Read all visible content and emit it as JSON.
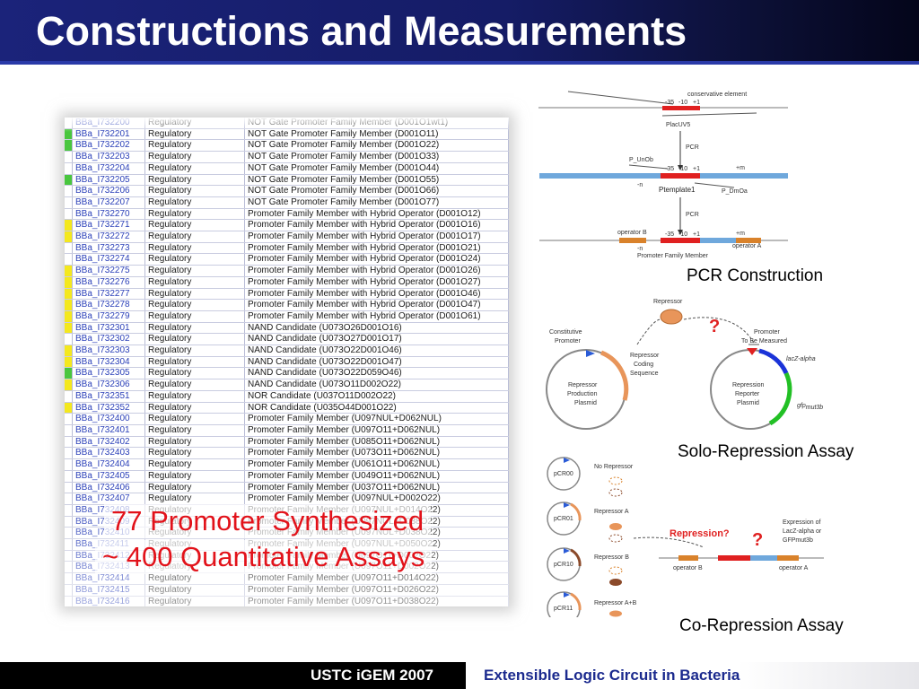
{
  "title": "Constructions and Measurements",
  "table": {
    "rows": [
      {
        "flag": "",
        "id": "BBa_I732200",
        "type": "Regulatory",
        "desc": "NOT Gate Promoter Family Member (D001O1wt1)"
      },
      {
        "flag": "g",
        "id": "BBa_I732201",
        "type": "Regulatory",
        "desc": "NOT Gate Promoter Family Member (D001O11)"
      },
      {
        "flag": "g",
        "id": "BBa_I732202",
        "type": "Regulatory",
        "desc": "NOT Gate Promoter Family Member (D001O22)"
      },
      {
        "flag": "",
        "id": "BBa_I732203",
        "type": "Regulatory",
        "desc": "NOT Gate Promoter Family Member (D001O33)"
      },
      {
        "flag": "",
        "id": "BBa_I732204",
        "type": "Regulatory",
        "desc": "NOT Gate Promoter Family Member (D001O44)"
      },
      {
        "flag": "g",
        "id": "BBa_I732205",
        "type": "Regulatory",
        "desc": "NOT Gate Promoter Family Member (D001O55)"
      },
      {
        "flag": "",
        "id": "BBa_I732206",
        "type": "Regulatory",
        "desc": "NOT Gate Promoter Family Member (D001O66)"
      },
      {
        "flag": "",
        "id": "BBa_I732207",
        "type": "Regulatory",
        "desc": "NOT Gate Promoter Family Member (D001O77)"
      },
      {
        "flag": "",
        "id": "BBa_I732270",
        "type": "Regulatory",
        "desc": "Promoter Family Member with Hybrid Operator (D001O12)"
      },
      {
        "flag": "y",
        "id": "BBa_I732271",
        "type": "Regulatory",
        "desc": "Promoter Family Member with Hybrid Operator (D001O16)"
      },
      {
        "flag": "y",
        "id": "BBa_I732272",
        "type": "Regulatory",
        "desc": "Promoter Family Member with Hybrid Operator (D001O17)"
      },
      {
        "flag": "",
        "id": "BBa_I732273",
        "type": "Regulatory",
        "desc": "Promoter Family Member with Hybrid Operator (D001O21)"
      },
      {
        "flag": "",
        "id": "BBa_I732274",
        "type": "Regulatory",
        "desc": "Promoter Family Member with Hybrid Operator (D001O24)"
      },
      {
        "flag": "y",
        "id": "BBa_I732275",
        "type": "Regulatory",
        "desc": "Promoter Family Member with Hybrid Operator (D001O26)"
      },
      {
        "flag": "y",
        "id": "BBa_I732276",
        "type": "Regulatory",
        "desc": "Promoter Family Member with Hybrid Operator (D001O27)"
      },
      {
        "flag": "y",
        "id": "BBa_I732277",
        "type": "Regulatory",
        "desc": "Promoter Family Member with Hybrid Operator (D001O46)"
      },
      {
        "flag": "y",
        "id": "BBa_I732278",
        "type": "Regulatory",
        "desc": "Promoter Family Member with Hybrid Operator (D001O47)"
      },
      {
        "flag": "y",
        "id": "BBa_I732279",
        "type": "Regulatory",
        "desc": "Promoter Family Member with Hybrid Operator (D001O61)"
      },
      {
        "flag": "y",
        "id": "BBa_I732301",
        "type": "Regulatory",
        "desc": "NAND Candidate (U073O26D001O16)"
      },
      {
        "flag": "",
        "id": "BBa_I732302",
        "type": "Regulatory",
        "desc": "NAND Candidate (U073O27D001O17)"
      },
      {
        "flag": "y",
        "id": "BBa_I732303",
        "type": "Regulatory",
        "desc": "NAND Candidate (U073O22D001O46)"
      },
      {
        "flag": "y",
        "id": "BBa_I732304",
        "type": "Regulatory",
        "desc": "NAND Candidate (U073O22D001O47)"
      },
      {
        "flag": "g",
        "id": "BBa_I732305",
        "type": "Regulatory",
        "desc": "NAND Candidate (U073O22D059O46)"
      },
      {
        "flag": "y",
        "id": "BBa_I732306",
        "type": "Regulatory",
        "desc": "NAND Candidate (U073O11D002O22)"
      },
      {
        "flag": "",
        "id": "BBa_I732351",
        "type": "Regulatory",
        "desc": "NOR Candidate (U037O11D002O22)"
      },
      {
        "flag": "y",
        "id": "BBa_I732352",
        "type": "Regulatory",
        "desc": "NOR Candidate (U035O44D001O22)"
      },
      {
        "flag": "",
        "id": "BBa_I732400",
        "type": "Regulatory",
        "desc": "Promoter Family Member (U097NUL+D062NUL)"
      },
      {
        "flag": "",
        "id": "BBa_I732401",
        "type": "Regulatory",
        "desc": "Promoter Family Member (U097O11+D062NUL)"
      },
      {
        "flag": "",
        "id": "BBa_I732402",
        "type": "Regulatory",
        "desc": "Promoter Family Member (U085O11+D062NUL)"
      },
      {
        "flag": "",
        "id": "BBa_I732403",
        "type": "Regulatory",
        "desc": "Promoter Family Member (U073O11+D062NUL)"
      },
      {
        "flag": "",
        "id": "BBa_I732404",
        "type": "Regulatory",
        "desc": "Promoter Family Member (U061O11+D062NUL)"
      },
      {
        "flag": "",
        "id": "BBa_I732405",
        "type": "Regulatory",
        "desc": "Promoter Family Member (U049O11+D062NUL)"
      },
      {
        "flag": "",
        "id": "BBa_I732406",
        "type": "Regulatory",
        "desc": "Promoter Family Member (U037O11+D062NUL)"
      },
      {
        "flag": "",
        "id": "BBa_I732407",
        "type": "Regulatory",
        "desc": "Promoter Family Member (U097NUL+D002O22)"
      },
      {
        "flag": "",
        "id": "BBa_I732408",
        "type": "Regulatory",
        "desc": "Promoter Family Member (U097NUL+D014O22)"
      },
      {
        "flag": "",
        "id": "BBa_I732409",
        "type": "Regulatory",
        "desc": "Promoter Family Member (U097NUL+D038O22)"
      },
      {
        "flag": "",
        "id": "BBa_I732410",
        "type": "Regulatory",
        "desc": "Promoter Family Member (U097NUL+D038O22)"
      },
      {
        "flag": "",
        "id": "BBa_I732411",
        "type": "Regulatory",
        "desc": "Promoter Family Member (U097NUL+D050O22)"
      },
      {
        "flag": "",
        "id": "BBa_I732412",
        "type": "Regulatory",
        "desc": "Promoter Family Member (U097O11+D002O22)"
      },
      {
        "flag": "",
        "id": "BBa_I732413",
        "type": "Regulatory",
        "desc": "Promoter Family Member (U097O11+D002O22)"
      },
      {
        "flag": "",
        "id": "BBa_I732414",
        "type": "Regulatory",
        "desc": "Promoter Family Member (U097O11+D014O22)"
      },
      {
        "flag": "",
        "id": "BBa_I732415",
        "type": "Regulatory",
        "desc": "Promoter Family Member (U097O11+D026O22)"
      },
      {
        "flag": "",
        "id": "BBa_I732416",
        "type": "Regulatory",
        "desc": "Promoter Family Member (U097O11+D038O22)"
      }
    ]
  },
  "overlay": {
    "line1": "77 Promoter Synthesized",
    "line2": "~ 400 Quantitative Assays"
  },
  "pcr": {
    "caption": "PCR Construction",
    "conservative_element": "conservative element",
    "placuv5": "PlacUV5",
    "pcr1": "PCR",
    "pcr2": "PCR",
    "p_unob": "P_UnOb",
    "p_dmoa": "P_DmOa",
    "ptemplate1": "Ptemplate1",
    "m35": "-35",
    "m10": "-10",
    "p1": "+1",
    "m35b": "-35",
    "m10b": "-10",
    "p1b": "+1",
    "m35c": "-35",
    "m10c": "-10",
    "p1c": "+1",
    "plus_m": "+m",
    "minus_n": "-n",
    "plus_m2": "+m",
    "minus_n2": "-n",
    "operator_b": "operator B",
    "operator_a": "operator A",
    "family_member": "Promoter Family Member"
  },
  "solo": {
    "caption": "Solo-Repression Assay",
    "repressor": "Repressor",
    "constitutive": "Constitutive",
    "promoter": "Promoter",
    "promoter_label": "Promoter",
    "to_be_measured": "To Be Measured",
    "repressor_coding": "Repressor",
    "coding": "Coding",
    "sequence": "Sequence",
    "rpp1": "Repressor",
    "rpp2": "Production",
    "rpp3": "Plasmid",
    "rrp1": "Repression",
    "rrp2": "Reporter",
    "rrp3": "Plasmid",
    "lacz": "lacZ-alpha",
    "gfp": "gfp",
    "gfp_sub": "mut3b",
    "question": "?"
  },
  "co": {
    "caption": "Co-Repression Assay",
    "no_repressor": "No Repressor",
    "repressor_a": "Repressor A",
    "repressor_b": "Repressor B",
    "repressor_ab": "Repressor A+B",
    "pcr00": "pCR00",
    "pcr01": "pCR01",
    "pcr10": "pCR10",
    "pcr11": "pCR11",
    "repression": "Repression?",
    "question": "?",
    "expression1": "Expression of",
    "expression2": "LacZ-alpha or",
    "expression3": "GFPmut3b",
    "operator_b": "operator B",
    "operator_a": "operator A"
  },
  "footer": {
    "left": "USTC iGEM 2007",
    "right": "Extensible Logic Circuit in Bacteria"
  },
  "colors": {
    "header_blue": "#1b237a",
    "overlay_red": "#e2121a",
    "footer_blue": "#1b2a8e",
    "flag_yellow": "#f4e81e",
    "flag_green": "#49c63e",
    "link_blue": "#2a3fb8"
  }
}
